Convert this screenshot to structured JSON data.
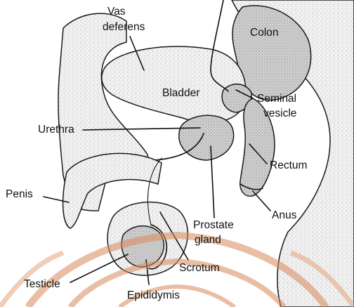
{
  "labels": {
    "vas_deferens_line1": "Vas",
    "vas_deferens_line2": "deferens",
    "colon": "Colon",
    "bladder": "Bladder",
    "seminal_vesicle_line1": "Seminal",
    "seminal_vesicle_line2": "vesicle",
    "urethra": "Urethra",
    "rectum": "Rectum",
    "penis": "Penis",
    "prostate_gland_line1": "Prostate",
    "prostate_gland_line2": "gland",
    "anus": "Anus",
    "scrotum": "Scrotum",
    "testicle": "Testicle",
    "epididymis": "Epididymis"
  },
  "colors": {
    "ink": "#111111",
    "watermark": "#d98a5a"
  }
}
